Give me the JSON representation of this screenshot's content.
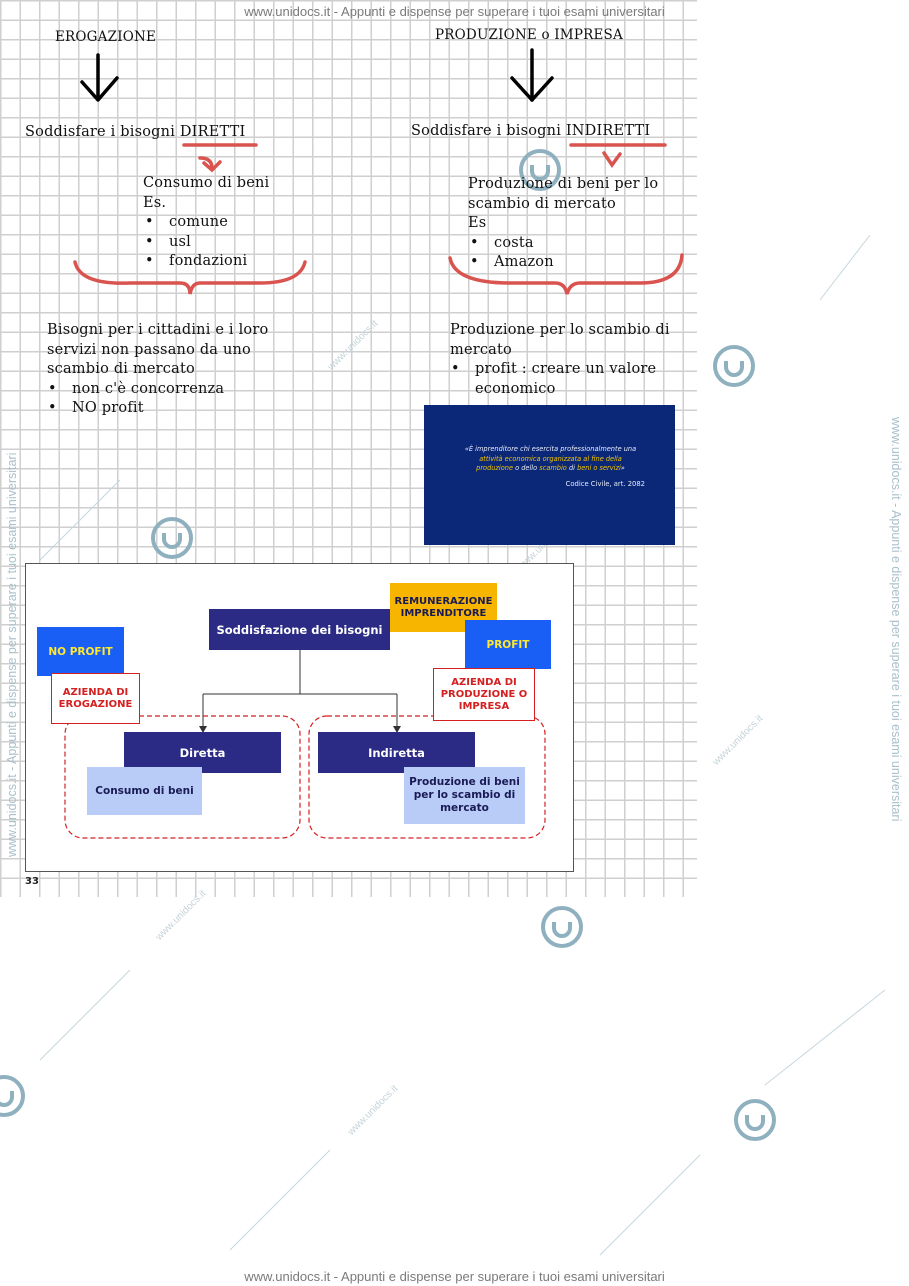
{
  "watermark": {
    "header": "www.unidocs.it - Appunti e dispense per superare i tuoi esami universitari",
    "footer": "www.unidocs.it - Appunti e dispense per superare i tuoi esami universitari",
    "side_left": "www.unidocs.it - Appunti e dispense per superare i tuoi esami universitari",
    "side_right": "www.unidocs.it - Appunti e dispense per superare i tuoi esami universitari",
    "stamp": "www.unidocs.it"
  },
  "notes": {
    "left_title": "EROGAZIONE",
    "right_title": "PRODUZIONE o IMPRESA",
    "left_need_prefix": "Soddisfare i bisogni ",
    "left_need_key": "DIRETTI",
    "right_need_prefix": "Soddisfare i bisogni ",
    "right_need_key": "INDIRETTI",
    "left_detail_lines": [
      "Consumo di beni",
      "Es."
    ],
    "left_examples": [
      "comune",
      "usl",
      "fondazioni"
    ],
    "right_detail_lines": [
      "Produzione di beni per lo",
      "scambio di mercato",
      "Es"
    ],
    "right_examples": [
      "costa",
      "Amazon"
    ],
    "left_summary_lines": [
      "Bisogni per i cittadini e i loro",
      "servizi non passano da uno",
      "scambio di mercato"
    ],
    "left_summary_bullets": [
      "non c'è concorrenza",
      "NO profit"
    ],
    "right_summary_lines": [
      "Produzione per lo scambio di",
      "mercato"
    ],
    "right_summary_bullets": [
      "profit : creare un valore economico"
    ]
  },
  "quote_slide": {
    "q1": "«È imprenditore chi esercita professionalmente una",
    "q2_hl": "attività economica organizzata al fine della",
    "q3_a": "produzione",
    "q3_b": " o dello ",
    "q3_c": "scambio",
    "q3_d": " di ",
    "q3_e": "beni o servizi",
    "q3_f": "»",
    "source": "Codice Civile, art. 2082"
  },
  "diagram": {
    "root": "Soddisfazione dei bisogni",
    "remuneration": "REMUNERAZIONE IMPRENDITORE",
    "no_profit": "NO PROFIT",
    "profit": "PROFIT",
    "azienda_erogazione": "AZIENDA DI EROGAZIONE",
    "azienda_produzione": "AZIENDA DI PRODUZIONE O IMPRESA",
    "diretta": "Diretta",
    "indiretta": "Indiretta",
    "consumo": "Consumo di beni",
    "produzione": "Produzione di beni per lo scambio di mercato"
  },
  "page_number": "33",
  "colors": {
    "navy": "#2b2b86",
    "bright_blue": "#1a5ff5",
    "yellow": "#f7b500",
    "light_blue": "#b8ccf7",
    "red": "#d42020",
    "slide_blue": "#0b2878"
  }
}
